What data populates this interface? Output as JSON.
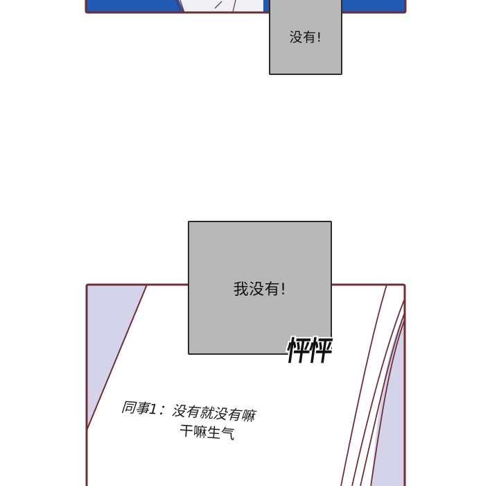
{
  "page_type": "comic-page",
  "colors": {
    "panel_border": "#6b2f35",
    "top_panel_blue": "#2159b3",
    "top_panel_center": "#efeff4",
    "bottom_panel_shade": "#d4d3ea",
    "bubble_fill": "#b8b8b8",
    "bubble_border": "#2b2b2b"
  },
  "panels": [
    {
      "name": "top-panel",
      "bubble": {
        "text": "没有!"
      }
    },
    {
      "name": "bottom-panel",
      "bubble": {
        "text": "我没有!"
      },
      "sound_effect": {
        "text": "怦怦"
      },
      "narration": {
        "speaker_line": "同事1：没有就没有嘛",
        "second_line": "干嘛生气"
      }
    }
  ]
}
